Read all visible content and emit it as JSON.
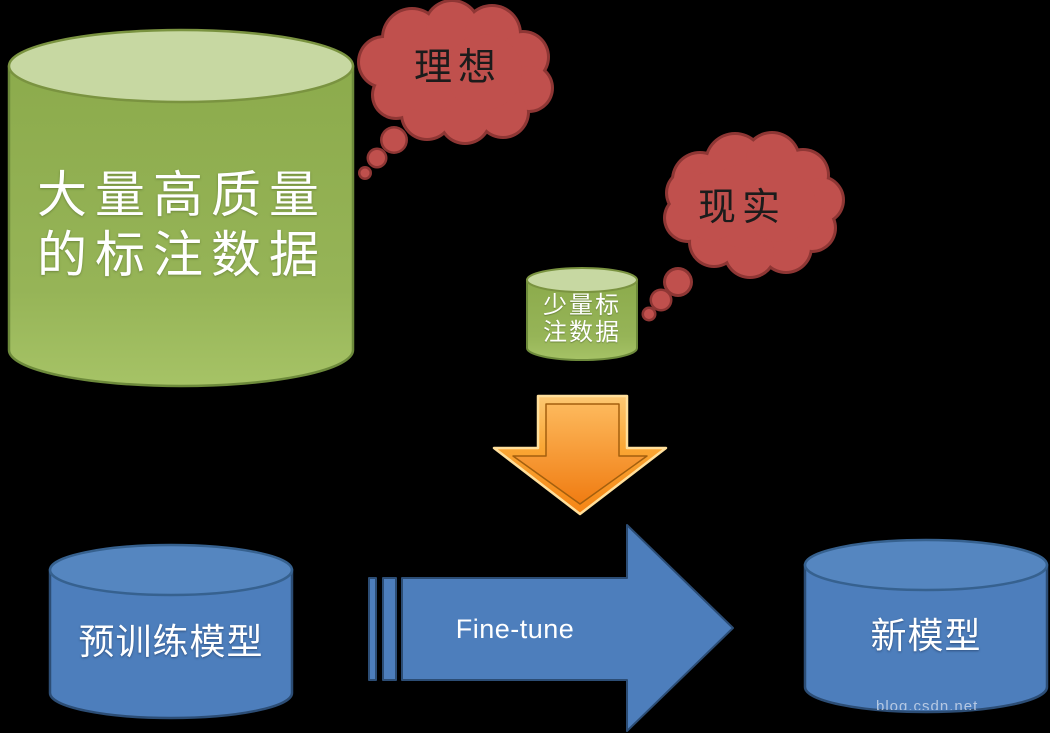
{
  "diagram": {
    "big_cylinder": {
      "label": "大量高质量\n的标注数据"
    },
    "ideal_bubble": {
      "label": "理想"
    },
    "reality_bubble": {
      "label": "现实"
    },
    "small_cylinder": {
      "label": "少量标\n注数据"
    },
    "pretrained_cylinder": {
      "label": "预训练模型"
    },
    "finetune_arrow": {
      "label": "Fine-tune"
    },
    "new_model_cylinder": {
      "label": "新模型"
    },
    "watermark": "blog.csdn.net"
  },
  "colors": {
    "background": "#000000",
    "green_body": "#93b254",
    "green_top": "#c7d8a2",
    "green_stroke": "#6d8a3b",
    "red_fill": "#c0504d",
    "red_stroke": "#8e3634",
    "blue_fill": "#4d7ebc",
    "blue_top": "#5586c0",
    "blue_stroke": "#2c4d75",
    "orange_light": "#fdc872",
    "orange_dark": "#f58414",
    "text_light": "#ffffff",
    "text_dark": "#1b1b1b"
  }
}
